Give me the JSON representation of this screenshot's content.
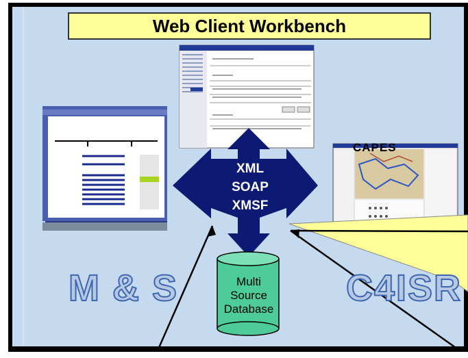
{
  "title": "Web Client Workbench",
  "hub": {
    "lines": [
      "XML",
      "SOAP",
      "XMSF"
    ]
  },
  "database": {
    "lines": [
      "Multi",
      "Source",
      "Database"
    ]
  },
  "capes_label": "CAPES",
  "left_domain_label": "M & S",
  "right_domain_label": "C4ISR",
  "colors": {
    "background": "#c5d9ef",
    "hub_arrow": "#0d1a73",
    "title_box": "#ffff99",
    "database": "#4dcc99",
    "callout": "#ffff99",
    "domain_text": "#b7c8e3"
  }
}
